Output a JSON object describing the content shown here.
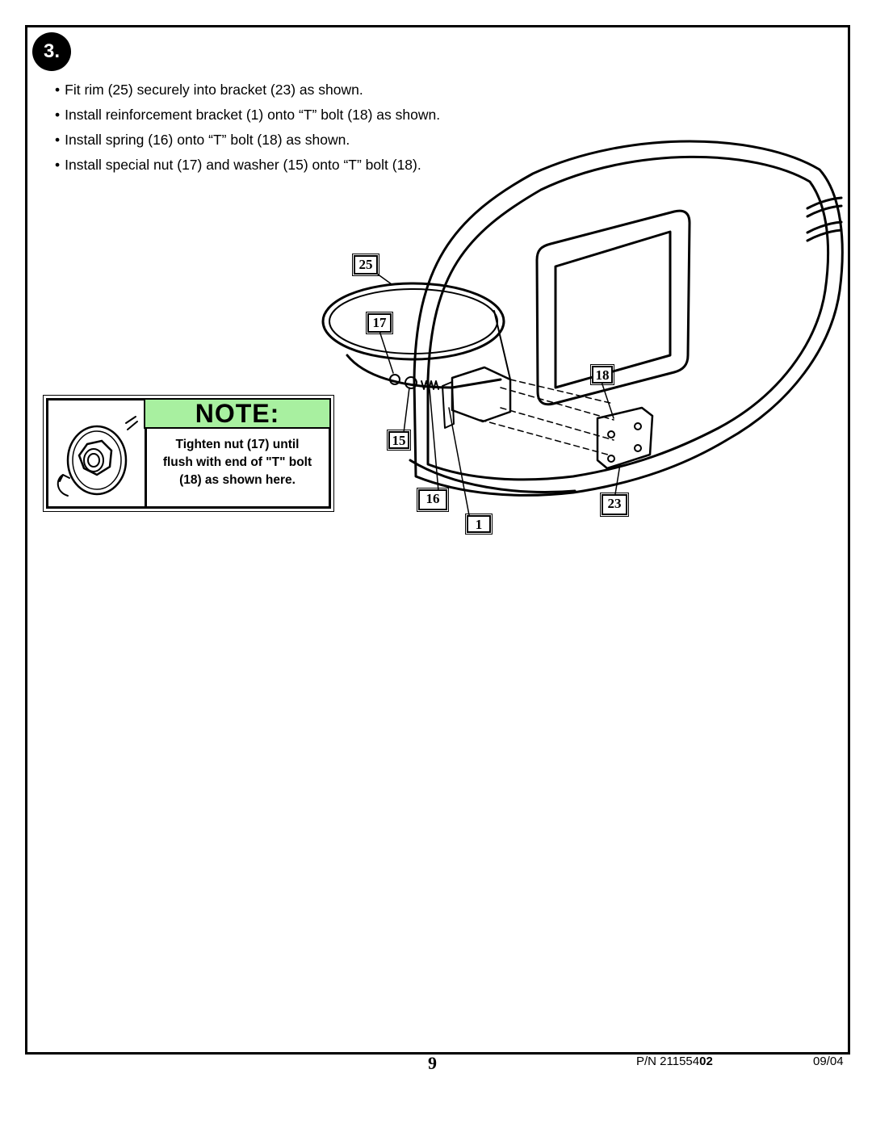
{
  "step": {
    "number": "3."
  },
  "instructions": [
    "Fit rim (25) securely into bracket (23) as shown.",
    "Install reinforcement bracket (1) onto “T” bolt (18) as shown.",
    "Install spring (16) onto “T” bolt (18) as shown.",
    "Install special nut (17) and washer (15) onto “T” bolt (18)."
  ],
  "callouts": {
    "rim": "25",
    "nut": "17",
    "t_bolt": "18",
    "washer": "15",
    "spring": "16",
    "bracket": "23",
    "reinforcement_bracket": "1"
  },
  "note": {
    "title": "NOTE:",
    "lines": [
      "Tighten nut (17) until",
      "flush with end of \"T\" bolt",
      "(18) as shown here."
    ],
    "header_color": "#a8f0a0"
  },
  "footer": {
    "page_number": "9",
    "part_prefix": "P/N 211554",
    "part_suffix": "02",
    "date": "09/04"
  }
}
